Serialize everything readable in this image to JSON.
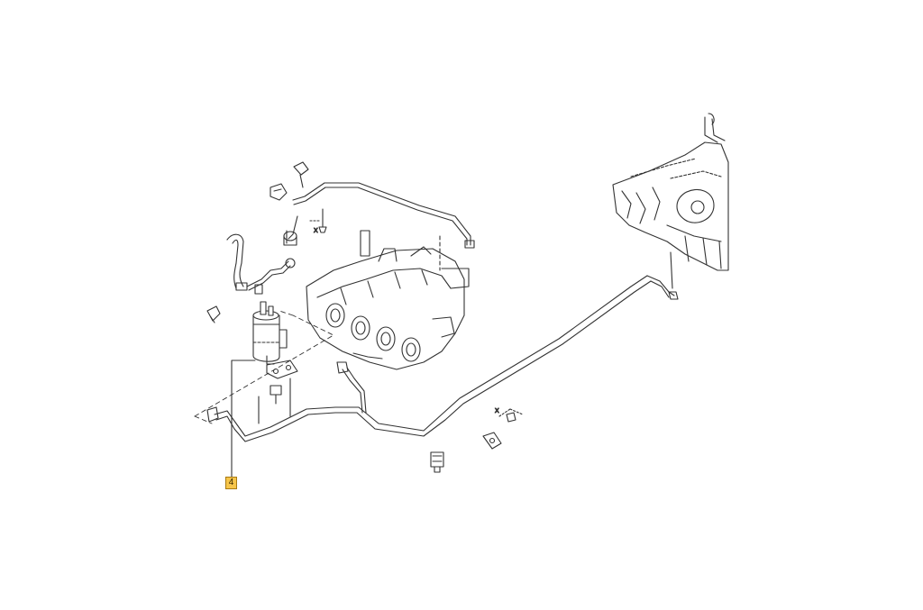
{
  "diagram": {
    "callout": {
      "number": "4",
      "color": "#f6c54a",
      "border_color": "#a87a12"
    },
    "axis_labels": {
      "upper_x": "X",
      "lower_x": "X"
    },
    "stroke_color": "#333333"
  }
}
